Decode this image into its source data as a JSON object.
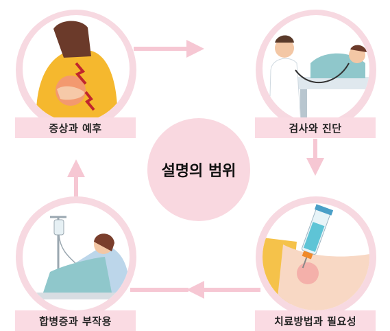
{
  "center": {
    "label": "설명의 범위"
  },
  "nodes": [
    {
      "id": "symptoms",
      "label": "증상과 예후",
      "icon": "abdominal-pain-illustration"
    },
    {
      "id": "exam",
      "label": "검사와 진단",
      "icon": "doctor-endoscopy-illustration"
    },
    {
      "id": "treatment",
      "label": "치료방법과 필요성",
      "icon": "injection-illustration"
    },
    {
      "id": "complications",
      "label": "합병증과 부작용",
      "icon": "hospital-bed-patient-illustration"
    }
  ],
  "colors": {
    "ring": "#f7d9e1",
    "label_bg": "#fadbe3",
    "arrow": "#f6c7d3",
    "center_bg": "#f9d8e0"
  }
}
